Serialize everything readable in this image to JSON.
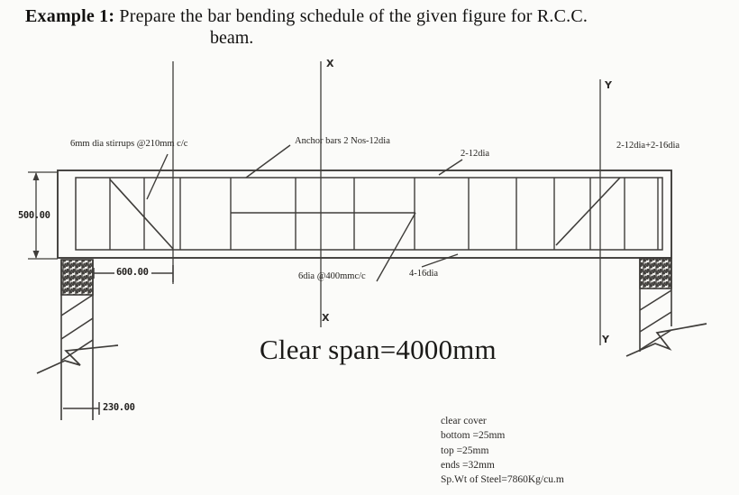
{
  "title": {
    "bold": "Example 1:",
    "rest": " Prepare the bar bending schedule of the given figure for R.C.C.",
    "line2": "beam."
  },
  "diagram": {
    "labels": {
      "stirrups": "6mm dia stirrups @210mm c/c",
      "anchor_bars": "Anchor bars 2 Nos-12dia",
      "top_bars_mid": "2-12dia",
      "top_bars_right": "2-12dia+2-16dia",
      "bottom_stirrups": "6dia @400mmc/c",
      "bottom_bars": "4-16dia",
      "clear_span": "Clear span=4000mm",
      "section_x_top": "X",
      "section_x_bottom": "X",
      "section_y_top": "Y",
      "section_y_bottom": "Y"
    },
    "dimensions": {
      "beam_depth": "500.00",
      "support_offset": "600.00",
      "column_width": "230.00"
    },
    "notes": {
      "heading": "clear cover",
      "lines": [
        "bottom =25mm",
        "top =25mm",
        "ends =32mm",
        "Sp.Wt of Steel=7860Kg/cu.m"
      ]
    }
  },
  "colors": {
    "line": "#3f3d3a",
    "text": "#161513",
    "background": "#fbfbf9"
  }
}
